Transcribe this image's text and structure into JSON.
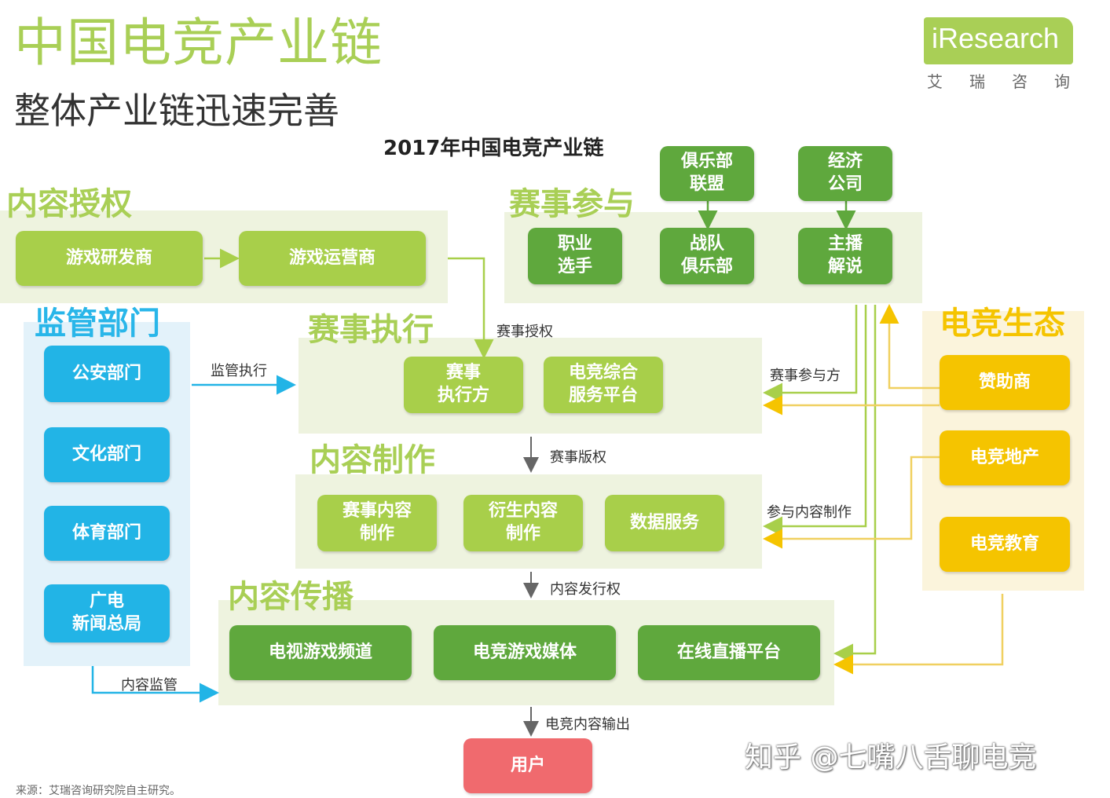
{
  "header": {
    "title": "中国电竞产业链",
    "subtitle": "整体产业链迅速完善",
    "chart_title": "2017年中国电竞产业链"
  },
  "logo": {
    "brand": "iResearch",
    "sub": "艾瑞咨询"
  },
  "sections": {
    "content_license": {
      "title": "内容授权",
      "items": [
        "游戏研发商",
        "游戏运营商"
      ]
    },
    "event_participation": {
      "title": "赛事参与",
      "items": [
        "职业\n选手",
        "俱乐部\n联盟",
        "战队\n俱乐部",
        "经济\n公司",
        "主播\n解说"
      ]
    },
    "regulation": {
      "title": "监管部门",
      "items": [
        "公安部门",
        "文化部门",
        "体育部门",
        "广电\n新闻总局"
      ]
    },
    "event_execution": {
      "title": "赛事执行",
      "items": [
        "赛事\n执行方",
        "电竞综合\n服务平台"
      ]
    },
    "content_production": {
      "title": "内容制作",
      "items": [
        "赛事内容\n制作",
        "衍生内容\n制作",
        "数据服务"
      ]
    },
    "content_distribution": {
      "title": "内容传播",
      "items": [
        "电视游戏频道",
        "电竞游戏媒体",
        "在线直播平台"
      ]
    },
    "ecosystem": {
      "title": "电竞生态",
      "items": [
        "赞助商",
        "电竞地产",
        "电竞教育"
      ]
    },
    "user": {
      "label": "用户"
    }
  },
  "flow_labels": {
    "event_license": "赛事授权",
    "regulate_execution": "监管执行",
    "event_participants": "赛事参与方",
    "event_copyright": "赛事版权",
    "participate_production": "参与内容制作",
    "distribution_rights": "内容发行权",
    "content_supervision": "内容监管",
    "content_output": "电竞内容输出"
  },
  "source": "来源：艾瑞咨询研究院自主研究。",
  "watermark": "知乎 @七嘴八舌聊电竞",
  "colors": {
    "green_light": "#a8cf4a",
    "green_dark": "#5fa83d",
    "blue": "#22b4e6",
    "yellow": "#f5c400",
    "red": "#f06a6e"
  }
}
